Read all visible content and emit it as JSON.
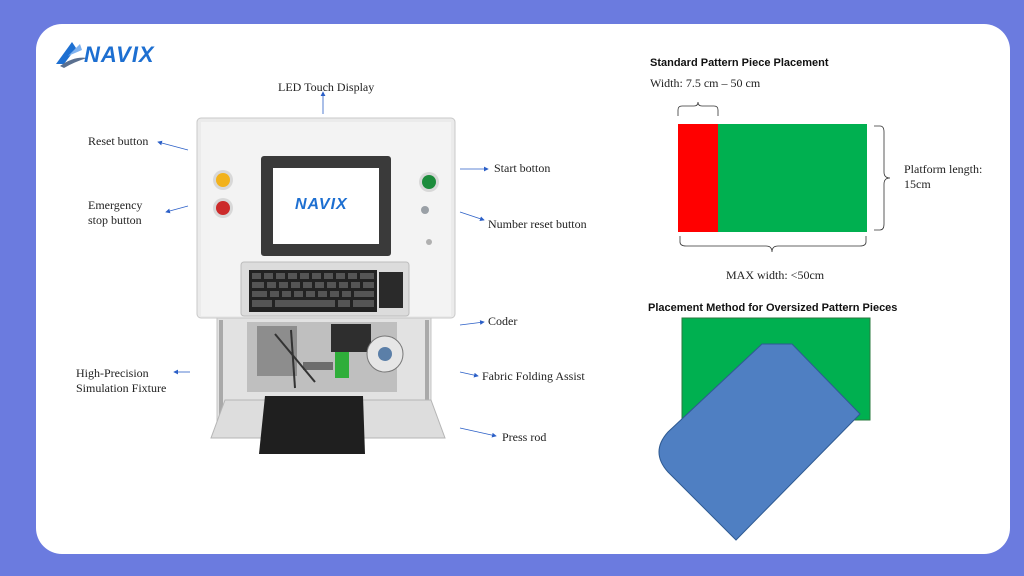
{
  "brand": {
    "logo_text": "NAVIX",
    "primary": "#1d6fd1",
    "secondary": "#5a6f8f"
  },
  "colors": {
    "background": "#6b7bdf",
    "card": "#ffffff",
    "green": "#00b050",
    "red": "#ff0000",
    "blue": "#4f7fc2",
    "yellow_button": "#f2b21c",
    "red_button": "#cc2a2a",
    "green_button": "#1c8c3c"
  },
  "machine": {
    "screen_logo_text": "NAVIX",
    "callouts": {
      "led_display": "LED Touch Display",
      "reset_button": "Reset button",
      "emergency_stop": "Emergency\nstop button",
      "start_button": "Start botton",
      "number_reset": "Number reset button",
      "coder": "Coder",
      "fabric_folding": "Fabric Folding Assist",
      "press_rod": "Press rod",
      "fixture": "High-Precision\nSimulation Fixture"
    }
  },
  "standard": {
    "title": "Standard Pattern Piece Placement",
    "width_label": "Width: 7.5 cm – 50 cm",
    "platform_label": "Platform length:\n15cm",
    "max_width_label": "MAX width: <50cm"
  },
  "oversized": {
    "title": "Placement Method for Oversized Pattern Pieces"
  }
}
